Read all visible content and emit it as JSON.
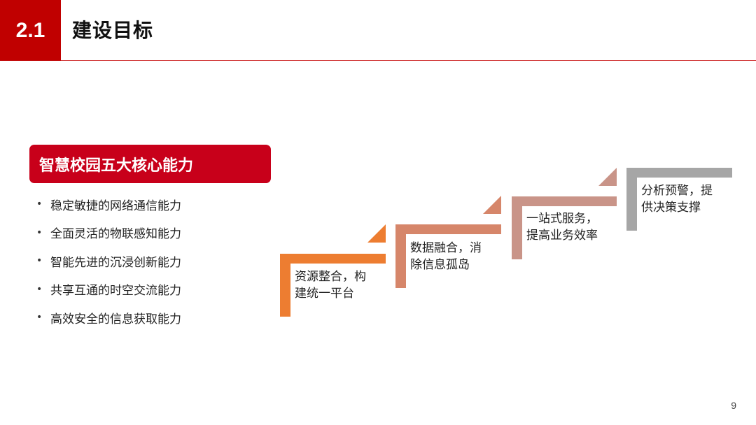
{
  "header": {
    "section_number": "2.1",
    "title": "建设目标"
  },
  "capabilities": {
    "title": "智慧校园五大核心能力",
    "items": [
      "稳定敏捷的网络通信能力",
      "全面灵活的物联感知能力",
      "智能先进的沉浸创新能力",
      "共享互通的时空交流能力",
      "高效安全的信息获取能力"
    ]
  },
  "steps": [
    {
      "line1": "资源整合，构",
      "line2": "建统一平台",
      "color": "#ed7d31"
    },
    {
      "line1": "数据融合，消",
      "line2": "除信息孤岛",
      "color": "#d6866a"
    },
    {
      "line1": "一站式服务，",
      "line2": "提高业务效率",
      "color": "#c99488"
    },
    {
      "line1": "分析预警，提",
      "line2": "供决策支撑",
      "color": "#a6a6a6"
    }
  ],
  "colors": {
    "brand_red": "#c00000",
    "header_line": "#d23a3a"
  },
  "page_number": "9"
}
